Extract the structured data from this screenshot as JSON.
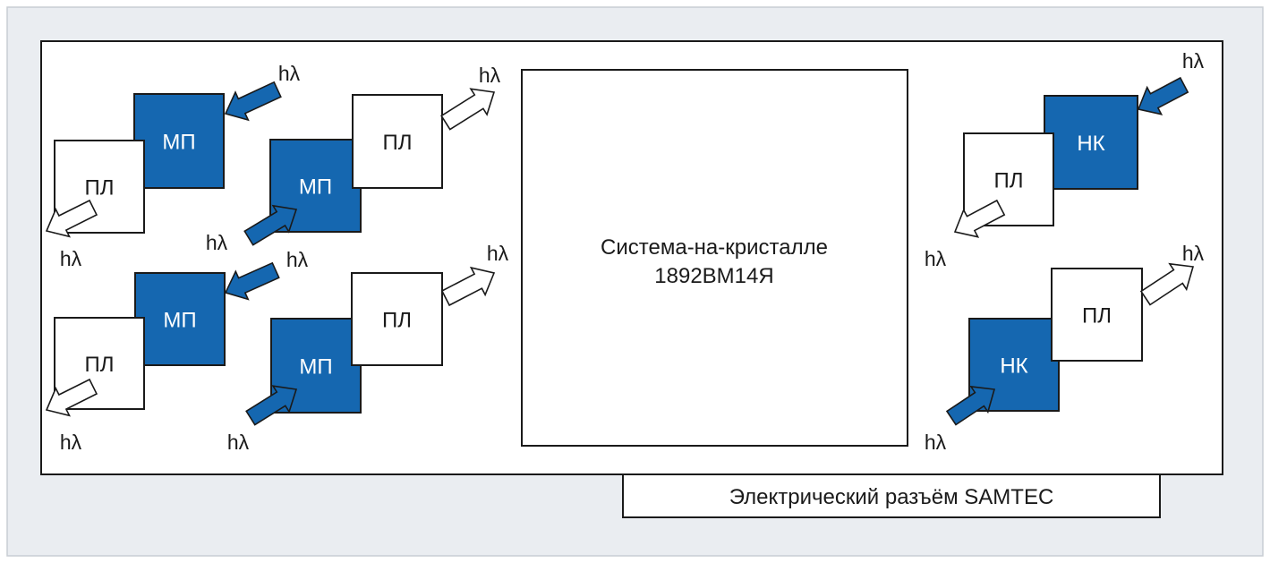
{
  "colors": {
    "frame_fill": "#eaedf1",
    "frame_border": "#c8cdd4",
    "board_fill": "#ffffff",
    "line": "#1a1a1a",
    "module_blue": "#1567b0",
    "text_dark": "#1a1a1a",
    "text_light": "#ffffff"
  },
  "chip": {
    "line1": "Система-на-кристалле",
    "line2": "1892ВМ14Я"
  },
  "connector": {
    "label": "Электрический разъём SAMTEC"
  },
  "blocks": [
    {
      "label": "МП",
      "kind": "receiver",
      "color": "blue"
    },
    {
      "label": "ПЛ",
      "kind": "emitter",
      "color": "white"
    },
    {
      "label": "МП",
      "kind": "receiver",
      "color": "blue"
    },
    {
      "label": "ПЛ",
      "kind": "emitter",
      "color": "white"
    },
    {
      "label": "МП",
      "kind": "receiver",
      "color": "blue"
    },
    {
      "label": "ПЛ",
      "kind": "emitter",
      "color": "white"
    },
    {
      "label": "МП",
      "kind": "receiver",
      "color": "blue"
    },
    {
      "label": "ПЛ",
      "kind": "emitter",
      "color": "white"
    },
    {
      "label": "НК",
      "kind": "receiver",
      "color": "blue"
    },
    {
      "label": "ПЛ",
      "kind": "emitter",
      "color": "white"
    },
    {
      "label": "НК",
      "kind": "receiver",
      "color": "blue"
    },
    {
      "label": "ПЛ",
      "kind": "emitter",
      "color": "white"
    }
  ],
  "photon_label": "hλ",
  "arrows": [
    {
      "label": "hλ",
      "direction": "in"
    },
    {
      "label": "hλ",
      "direction": "out"
    },
    {
      "label": "hλ",
      "direction": "in"
    },
    {
      "label": "hλ",
      "direction": "out"
    },
    {
      "label": "hλ",
      "direction": "in"
    },
    {
      "label": "hλ",
      "direction": "out"
    },
    {
      "label": "hλ",
      "direction": "in"
    },
    {
      "label": "hλ",
      "direction": "out"
    },
    {
      "label": "hλ",
      "direction": "in"
    },
    {
      "label": "hλ",
      "direction": "out"
    },
    {
      "label": "hλ",
      "direction": "in"
    },
    {
      "label": "hλ",
      "direction": "out"
    }
  ]
}
